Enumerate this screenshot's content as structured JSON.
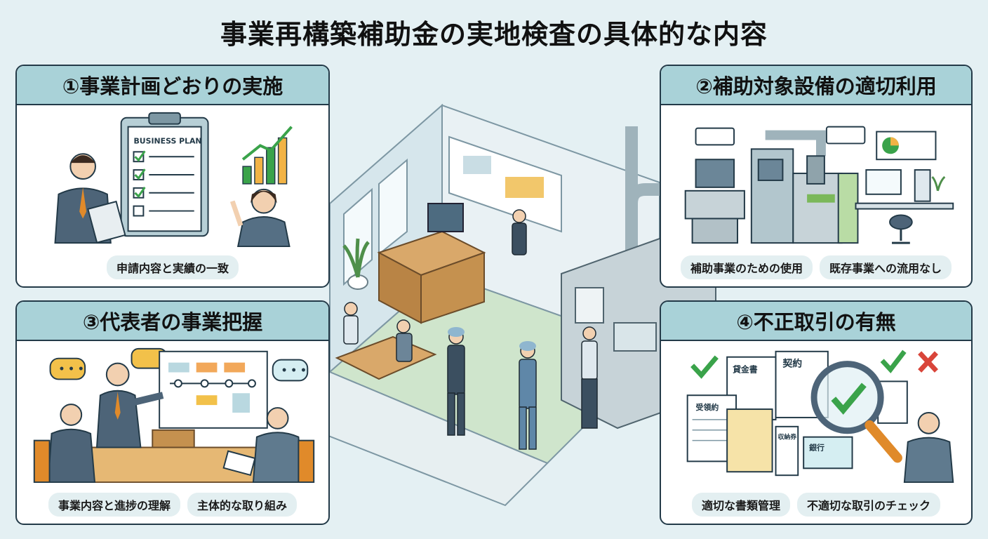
{
  "title": "事業再構築補助金の実地検査の具体的な内容",
  "panels": [
    {
      "heading": "①事業計画どおりの実施",
      "clipboard_label": "BUSINESS PLAN",
      "tags": [
        "申請内容と実績の一致"
      ]
    },
    {
      "heading": "②補助対象設備の適切利用",
      "tags": [
        "補助事業のための使用",
        "既存事業への流用なし"
      ]
    },
    {
      "heading": "③代表者の事業把握",
      "tags": [
        "事業内容と進捗の理解",
        "主体的な取り組み"
      ]
    },
    {
      "heading": "④不正取引の有無",
      "documents": {
        "invoice": "貸金書",
        "contract": "契約",
        "receipt_book": "受領約",
        "receipt": "収納券",
        "bank": "銀行"
      },
      "tags": [
        "適切な書類管理",
        "不適切な取引のチェック"
      ]
    }
  ],
  "colors": {
    "header_bg": "#a9d2d8",
    "border": "#233a48",
    "check_green": "#3aa34a",
    "cross_red": "#d9453a",
    "floor_green": "#cfe5cc"
  }
}
